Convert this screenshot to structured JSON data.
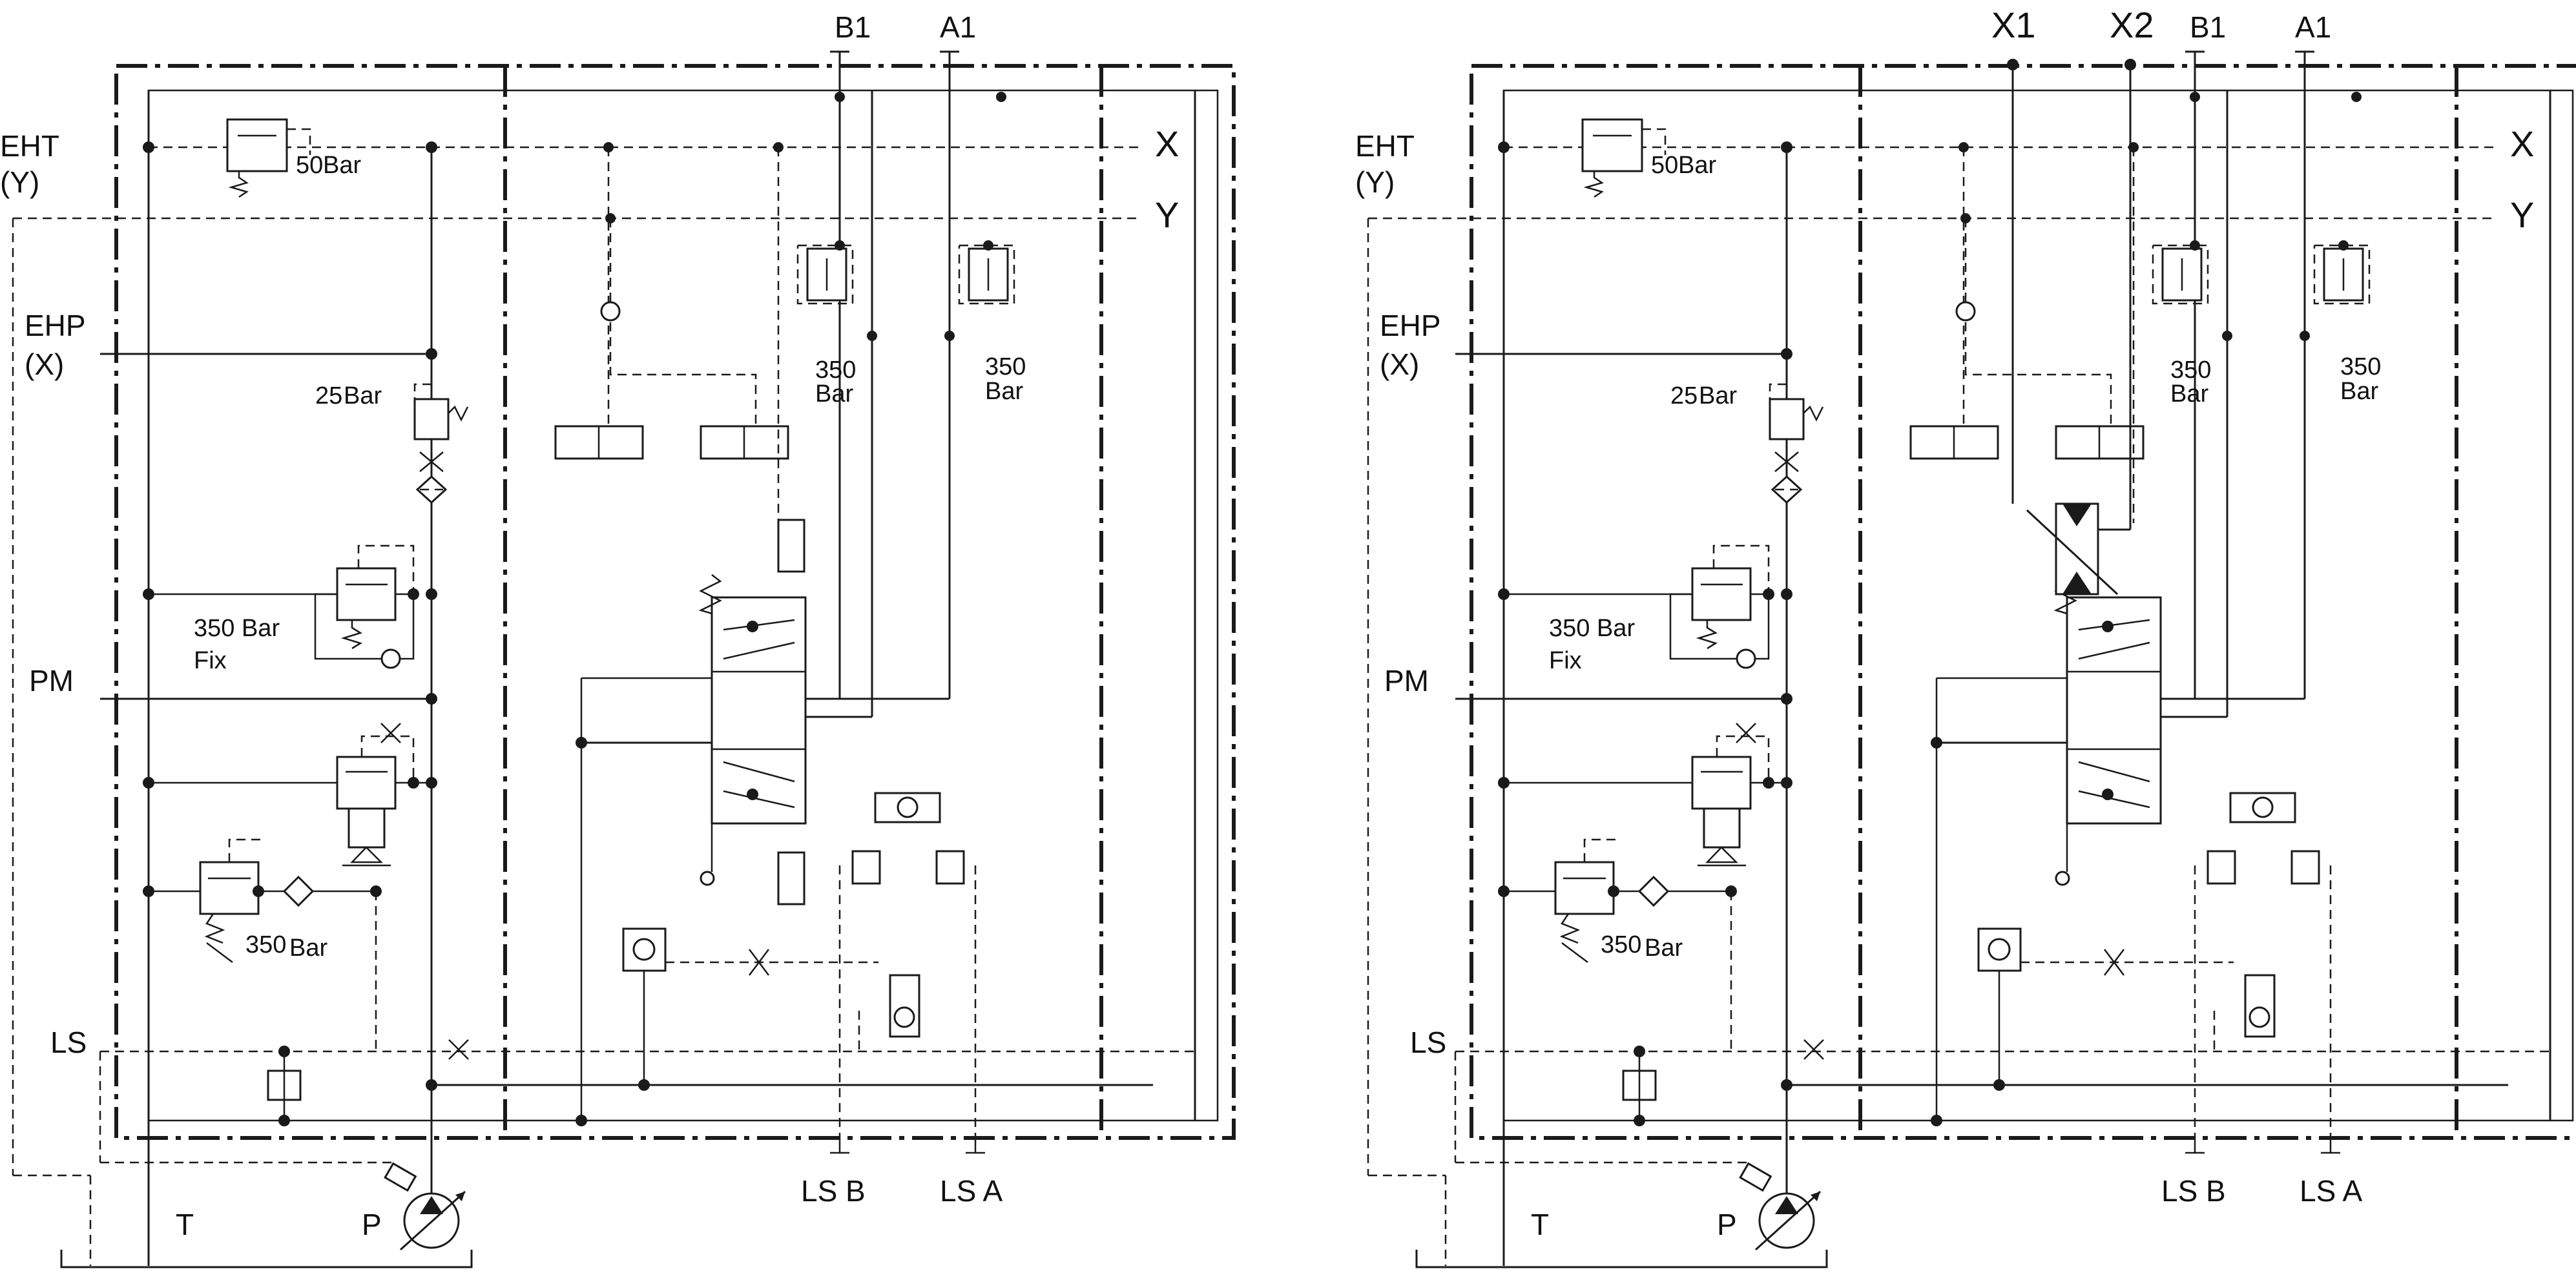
{
  "left_circuit": {
    "ports_top": {
      "b1": "B1",
      "a1": "A1"
    },
    "side_labels": {
      "eht": "EHT",
      "eht_y": "(Y)",
      "ehp": "EHP",
      "ehp_x": "(X)",
      "pm": "PM",
      "ls": "LS"
    },
    "right_ports": {
      "x": "X",
      "y": "Y"
    },
    "bottom_labels": {
      "t": "T",
      "p": "P",
      "lsb": "LS B",
      "lsa": "LS A"
    },
    "valve_labels": {
      "relief_50_value": "50",
      "relief_50_unit": "Bar",
      "relief_25_value": "25",
      "relief_25_unit": "Bar",
      "relief_350_fix": "350 Bar",
      "relief_350_fix_note": "Fix",
      "relief_350_adj_value": "350",
      "relief_350_adj_unit": "Bar",
      "port_relief_b_value": "350",
      "port_relief_b_unit": "Bar",
      "port_relief_a_value": "350",
      "port_relief_a_unit": "Bar"
    }
  },
  "right_circuit": {
    "ports_top": {
      "x1": "X1",
      "x2": "X2",
      "b1": "B1",
      "a1": "A1"
    },
    "side_labels": {
      "eht": "EHT",
      "eht_y": "(Y)",
      "ehp": "EHP",
      "ehp_x": "(X)",
      "pm": "PM",
      "ls": "LS"
    },
    "right_ports": {
      "x": "X",
      "y": "Y"
    },
    "bottom_labels": {
      "t": "T",
      "p": "P",
      "lsb": "LS B",
      "lsa": "LS A"
    },
    "valve_labels": {
      "relief_50_value": "50",
      "relief_50_unit": "Bar",
      "relief_25_value": "25",
      "relief_25_unit": "Bar",
      "relief_350_fix": "350 Bar",
      "relief_350_fix_note": "Fix",
      "relief_350_adj_value": "350",
      "relief_350_adj_unit": "Bar",
      "port_relief_b_value": "350",
      "port_relief_b_unit": "Bar",
      "port_relief_a_value": "350",
      "port_relief_a_unit": "Bar"
    }
  }
}
